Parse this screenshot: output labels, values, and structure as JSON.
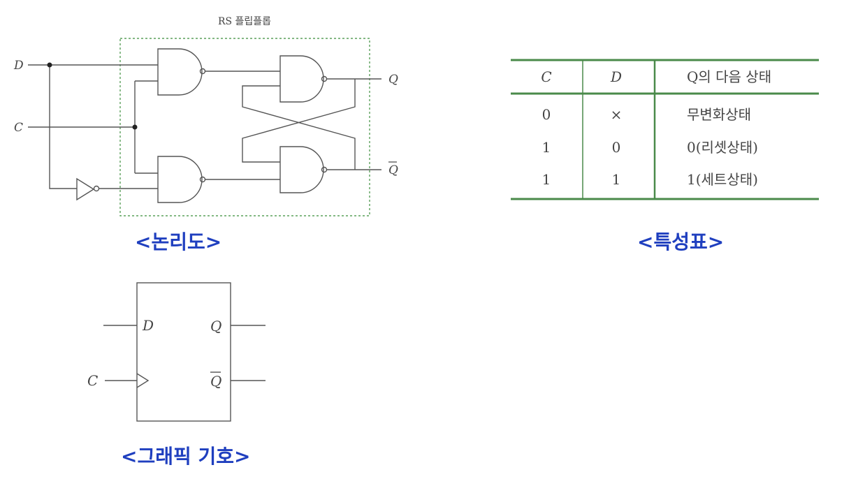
{
  "logic_diagram": {
    "title": "RS 플립플롭",
    "input_d": "D",
    "input_c": "C",
    "output_q": "Q",
    "output_qbar": "Q",
    "caption": "<논리도>"
  },
  "truth_table": {
    "headers": [
      "C",
      "D",
      "Q의 다음 상태"
    ],
    "rows": [
      [
        "0",
        "×",
        "무변화상태"
      ],
      [
        "1",
        "0",
        "0(리셋상태)"
      ],
      [
        "1",
        "1",
        "1(세트상태)"
      ]
    ],
    "caption": "<특성표>",
    "line_color": "#4a8a4a"
  },
  "symbol": {
    "input_d": "D",
    "input_c": "C",
    "output_q": "Q",
    "output_qbar": "Q",
    "caption": "<그래픽 기호>"
  },
  "colors": {
    "caption": "#1f3fbf",
    "dashed_box": "#5aa05a",
    "wire": "#555555"
  }
}
